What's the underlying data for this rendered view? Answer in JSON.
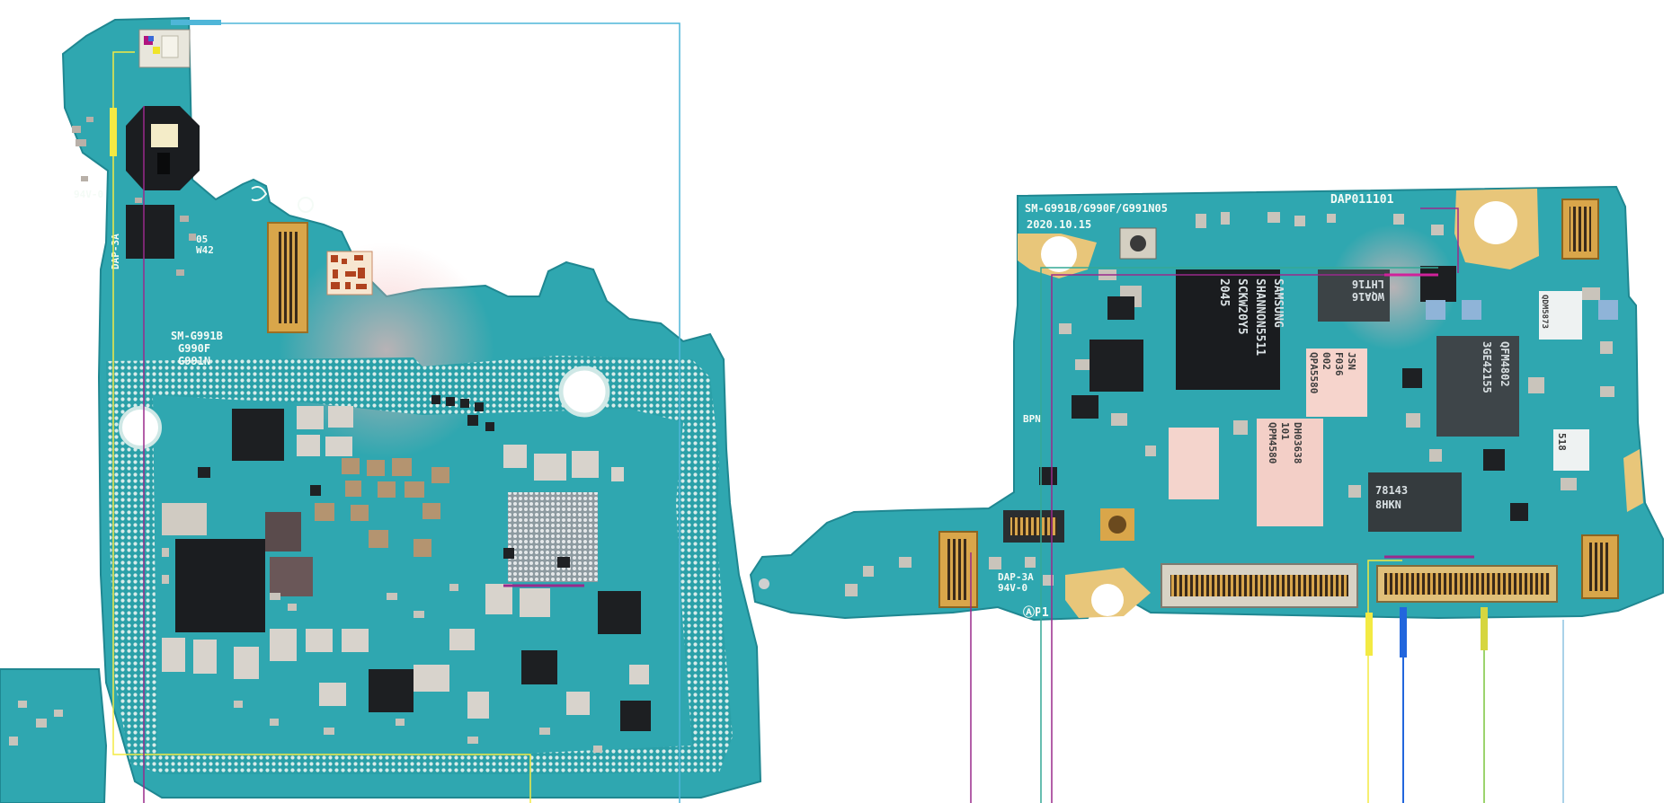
{
  "image": {
    "description_items": [
      "left-board",
      "right-board",
      "trace-lines"
    ]
  },
  "left_board": {
    "labels": {
      "model_line1": "SM-G991B",
      "model_line2": "G990F",
      "model_line3": "G991N",
      "rating": "94V-0",
      "code_05": "05",
      "code_w42": "W42",
      "dap": "DAP-3A"
    }
  },
  "right_board": {
    "labels": {
      "model": "SM-G991B/G990F/G991N05",
      "date": "2020.10.15",
      "part_no": "DAP011101",
      "dap": "DAP-3A",
      "rating": "94V-0",
      "p1": "ⒶP1",
      "bpn": "BPN"
    },
    "chips": {
      "samsung_1": "SAMSUNG",
      "samsung_2": "SHANNON5511",
      "samsung_3": "SCKW20Y5",
      "samsung_4": "2045",
      "lht_1": "LHT16",
      "lht_2": "WQA16",
      "qpa_1": "QPA5580",
      "qpa_2": "002",
      "qpa_3": "F036",
      "qpa_4": "JSN",
      "qpm_1": "QPM4580",
      "qpm_2": "101",
      "qpm_3": "DH03638",
      "qfm_1": "QFM4802",
      "qfm_2": "3GE42155",
      "chip_781_1": "78143",
      "chip_781_2": "8HKN",
      "qdm_1": "QDM5873",
      "chip_518": "518"
    }
  },
  "colors": {
    "background": "#ffffff",
    "pcb": "#2fa7b0",
    "pcb_dark": "#1f8791",
    "shield_dots": "#cfe8e6",
    "gold": "#d9a64a",
    "chip_black": "#1d1f22",
    "line_cyan": "#4fb6d8",
    "line_magenta": "#9a2a8c",
    "line_yellow": "#f3ea43",
    "line_green": "#7cc53f",
    "line_blue": "#2266dd",
    "line_teal": "#35a896"
  }
}
